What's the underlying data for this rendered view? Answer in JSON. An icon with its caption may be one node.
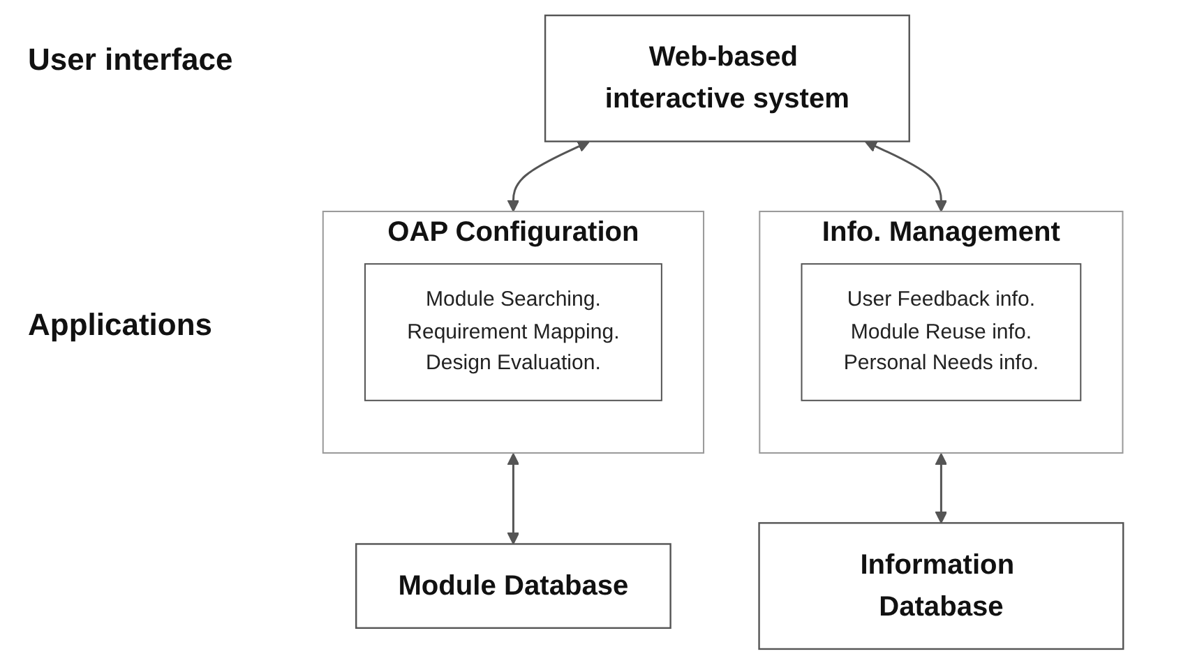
{
  "diagram": {
    "nodes": [
      {
        "text": [
          "Web-based interactive system"
        ]
      },
      {
        "text": [
          "OAP Configuration"
        ]
      },
      {
        "text": [
          "Module Searching.",
          "Requirement Mapping.",
          "Design Evaluation."
        ],
        "in": 1
      },
      {
        "text": [
          "Info. Management"
        ]
      },
      {
        "text": [
          "User Feedback info.",
          "Module Reuse info.",
          "Personal Needs info."
        ],
        "in": 3
      },
      {
        "text": [
          "Module Database"
        ]
      },
      {
        "text": [
          "Information Database"
        ]
      }
    ],
    "edges": [
      {
        "from": 0,
        "to": 1,
        "arrow": "both"
      },
      {
        "from": 0,
        "to": 3,
        "arrow": "both"
      },
      {
        "from": 1,
        "to": 5,
        "arrow": "both"
      },
      {
        "from": 3,
        "to": 6,
        "arrow": "both"
      }
    ],
    "labels": [
      "User interface",
      "Applications"
    ]
  }
}
